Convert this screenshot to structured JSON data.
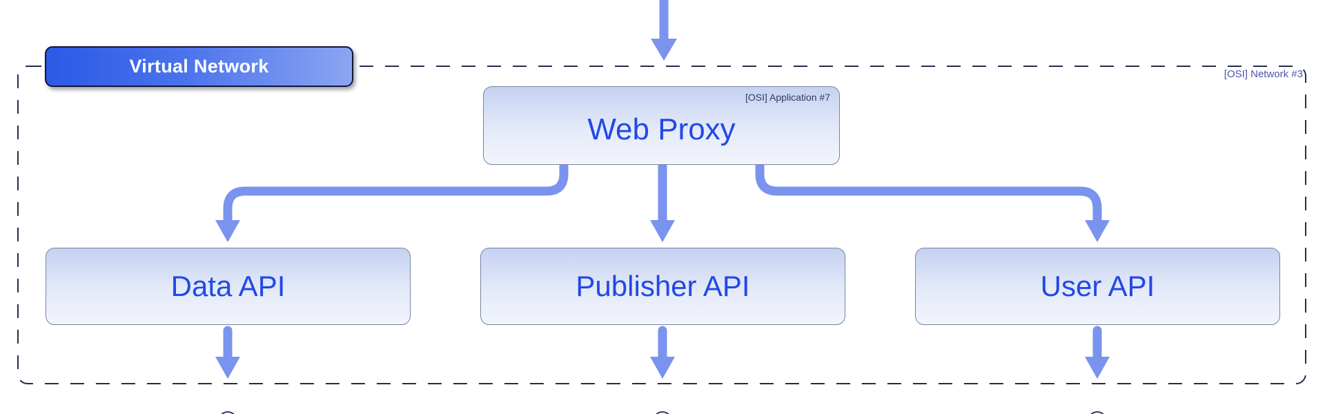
{
  "diagram": {
    "boundary": {
      "label": "Virtual Network",
      "osi_tag": "[OSI] Network #3"
    },
    "nodes": {
      "web_proxy": {
        "label": "Web Proxy",
        "osi_tag": "[OSI] Application #7"
      },
      "data_api": {
        "label": "Data API"
      },
      "publisher_api": {
        "label": "Publisher API"
      },
      "user_api": {
        "label": "User API"
      }
    },
    "edges": [
      {
        "from": "external-top",
        "to": "web_proxy"
      },
      {
        "from": "web_proxy",
        "to": "data_api"
      },
      {
        "from": "web_proxy",
        "to": "publisher_api"
      },
      {
        "from": "web_proxy",
        "to": "user_api"
      },
      {
        "from": "data_api",
        "to": "external-bottom"
      },
      {
        "from": "publisher_api",
        "to": "external-bottom"
      },
      {
        "from": "user_api",
        "to": "external-bottom"
      }
    ],
    "colors": {
      "arrow": "#7a93ee",
      "node_text": "#2149e5",
      "node_border": "#76839f",
      "node_gradient_top": "#c6d1f1",
      "node_gradient_bottom": "#f2f5fc",
      "boundary_dash": "#232b4c",
      "vnet_label_gradient_start": "#2c59e6",
      "vnet_label_gradient_end": "#8ca5f2",
      "vnet_label_border": "#0f1634",
      "osi_tag_text": "#2f3a68",
      "network_tag_text": "#4a57a8",
      "port_circle_stroke": "#2c3766"
    }
  }
}
